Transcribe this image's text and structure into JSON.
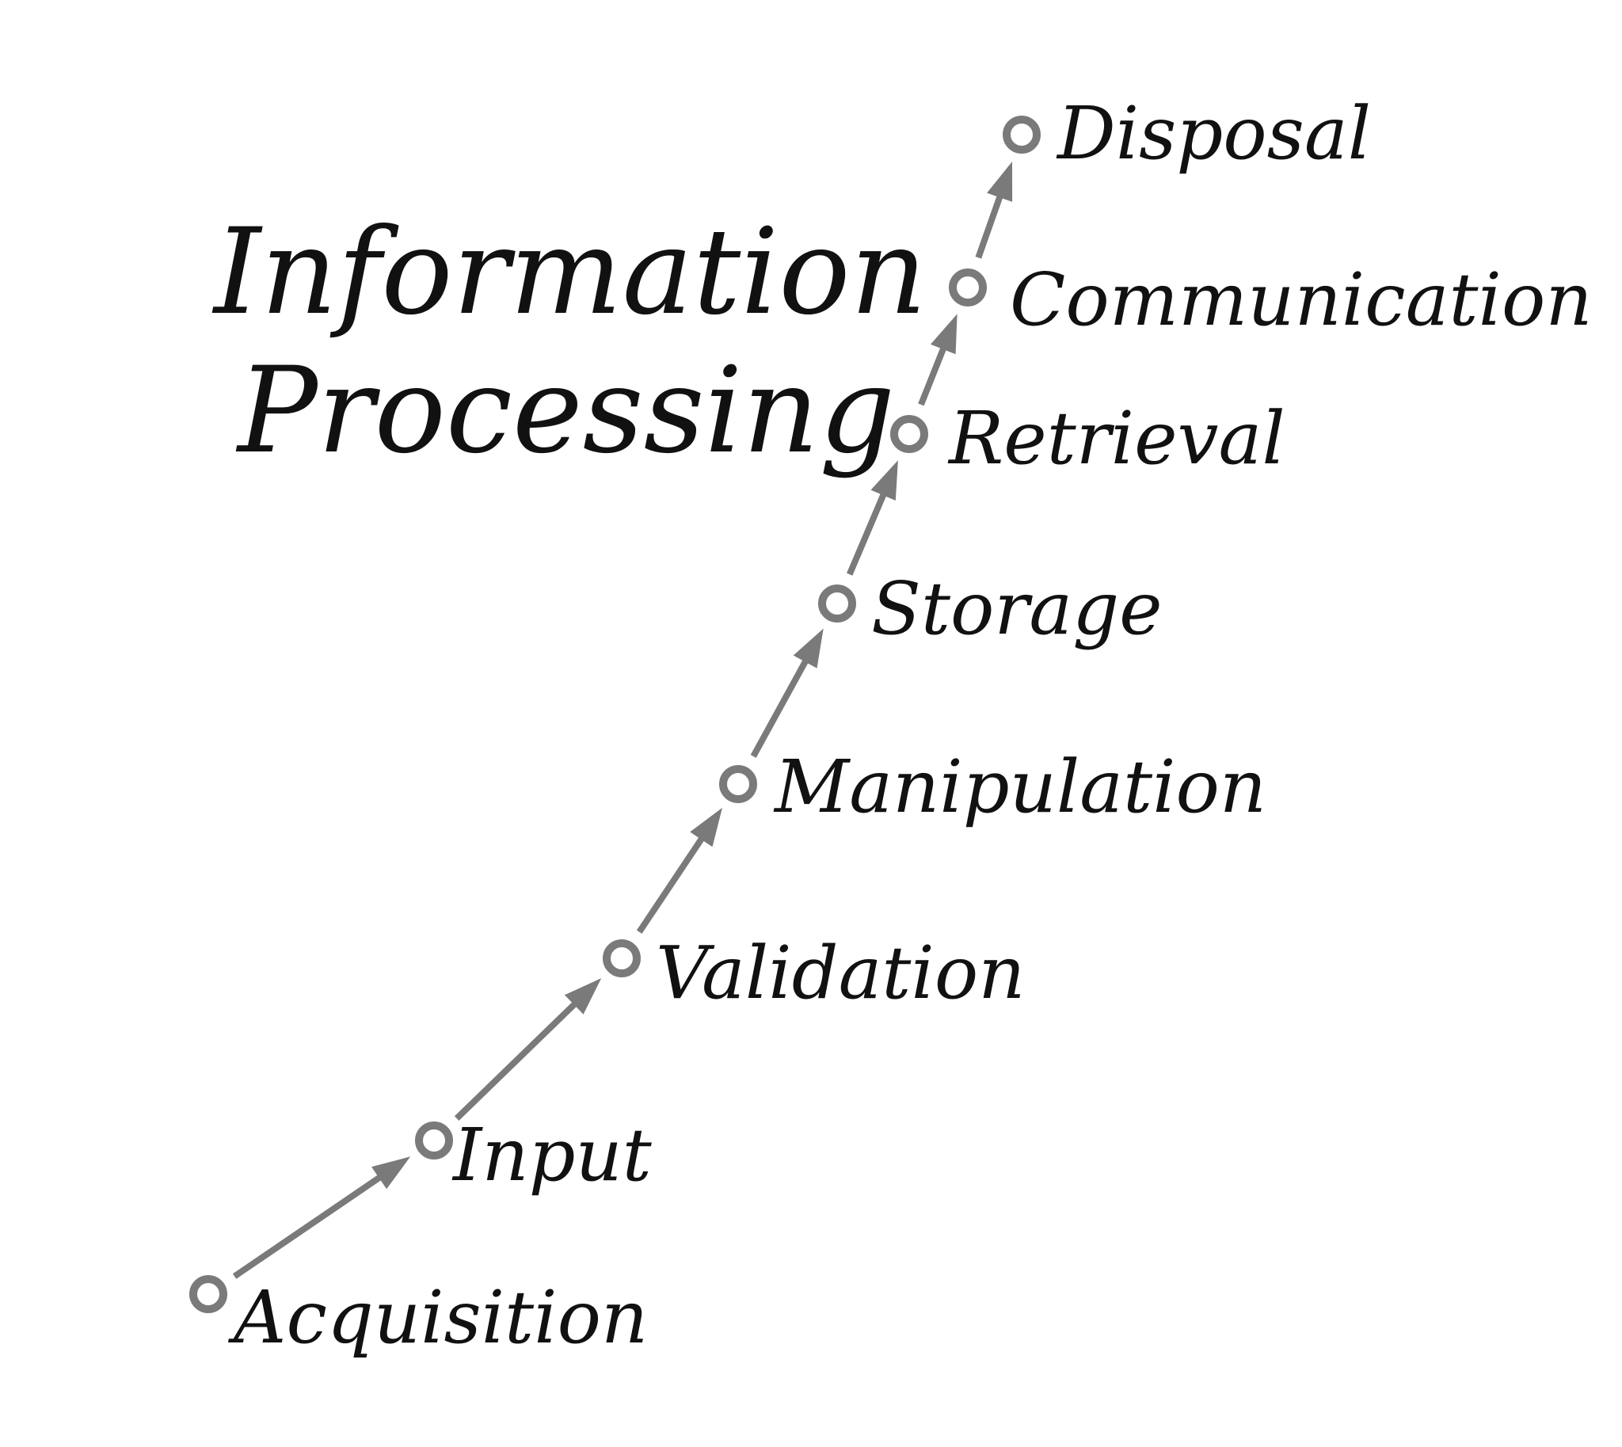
{
  "title": {
    "line1": "Information",
    "line2": "Processing"
  },
  "steps": [
    {
      "label": "Acquisition"
    },
    {
      "label": "Input"
    },
    {
      "label": "Validation"
    },
    {
      "label": "Manipulation"
    },
    {
      "label": "Storage"
    },
    {
      "label": "Retrieval"
    },
    {
      "label": "Communication"
    },
    {
      "label": "Disposal"
    }
  ],
  "colors": {
    "text": "#111111",
    "node": "#7a7a7a",
    "arrow": "#7a7a7a",
    "background": "#ffffff"
  },
  "icons": {
    "node": "circle-node-icon",
    "arrow": "arrow-up-right-icon"
  }
}
